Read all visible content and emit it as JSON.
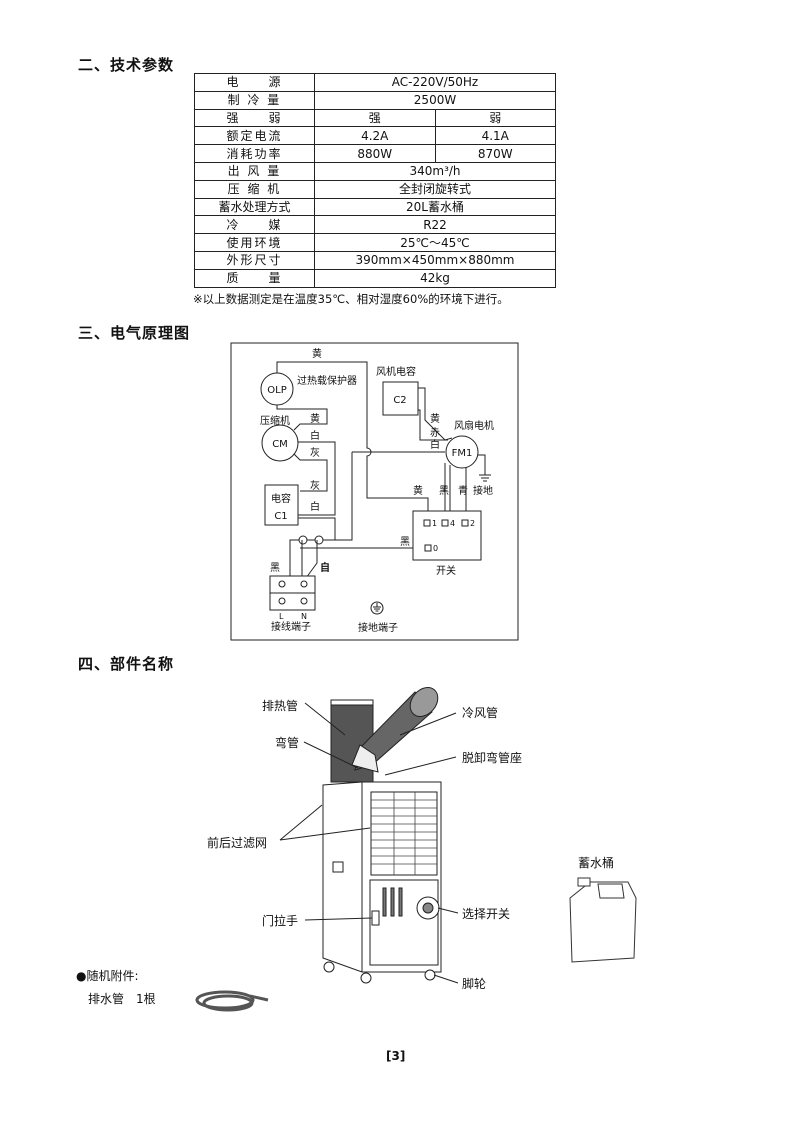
{
  "sections": {
    "tech": "二、技术参数",
    "circuit": "三、电气原理图",
    "parts": "四、部件名称"
  },
  "spec_table": {
    "rows": [
      {
        "label": "电　　源",
        "value": "AC-220V/50Hz"
      },
      {
        "label": "制 冷 量",
        "value": "2500W"
      },
      {
        "label": "强　　弱",
        "strong": "强",
        "weak": "弱"
      },
      {
        "label": "额定电流",
        "strong": "4.2A",
        "weak": "4.1A"
      },
      {
        "label": "消耗功率",
        "strong": "880W",
        "weak": "870W"
      },
      {
        "label": "出 风 量",
        "value": "340m³/h"
      },
      {
        "label": "压 缩 机",
        "value": "全封闭旋转式"
      },
      {
        "label": "蓄水处理方式",
        "value": "20L蓄水桶"
      },
      {
        "label": "冷　　媒",
        "value": "R22"
      },
      {
        "label": "使用环境",
        "value": "25℃～45℃"
      },
      {
        "label": "外形尺寸",
        "value": "390mm×450mm×880mm"
      },
      {
        "label": "质　　量",
        "value": "42kg"
      }
    ],
    "note": "※以上数据测定是在温度35℃、相对湿度60%的环境下进行。"
  },
  "circuit": {
    "olp": "OLP",
    "olp_label": "过热载保护器",
    "cm": "CM",
    "cm_label": "压缩机",
    "c1": "C1",
    "c1_label": "电容",
    "c2": "C2",
    "c2_label": "风机电容",
    "fm1": "FM1",
    "fm1_label": "风扇电机",
    "ground": "接地",
    "switch_label": "开关",
    "terminals": [
      "1",
      "4",
      "2",
      "0"
    ],
    "terminal_block_label": "接线端子",
    "L": "L",
    "N": "N",
    "ground_terminal_label": "接地端子",
    "wires": {
      "yellow": "黄",
      "white": "白",
      "gray": "灰",
      "red": "赤",
      "black": "黑",
      "cyan": "青",
      "white_bold": "自"
    }
  },
  "parts": {
    "exhaust_pipe": "排热管",
    "cold_air_pipe": "冷风管",
    "elbow": "弯管",
    "elbow_seat": "脱卸弯管座",
    "filters": "前后过滤网",
    "door_handle": "门拉手",
    "selector_switch": "选择开关",
    "casters": "脚轮",
    "water_tank": "蓄水桶",
    "accessories": "●随机附件:",
    "drain_pipe": "排水管　1根"
  },
  "page_number": "[3]"
}
